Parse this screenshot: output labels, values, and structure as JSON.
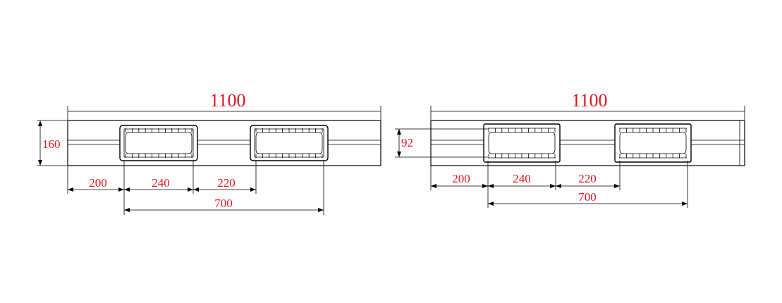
{
  "left_view": {
    "overall_length": "1100",
    "height": "160",
    "dim_first": "200",
    "dim_opening": "240",
    "dim_gap": "220",
    "dim_span": "700"
  },
  "right_view": {
    "overall_length": "1100",
    "opening_height": "92",
    "dim_first": "200",
    "dim_opening": "240",
    "dim_gap": "220",
    "dim_span": "700"
  },
  "colors": {
    "dimension_text": "#e0161e",
    "lines": "#000000"
  }
}
